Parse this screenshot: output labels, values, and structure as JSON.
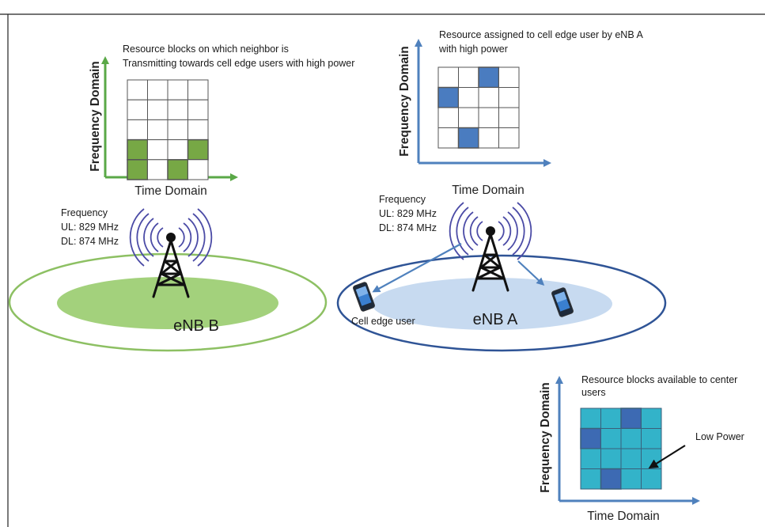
{
  "colors": {
    "green_axis": "#5aa847",
    "green_block": "#77a845",
    "green_ellipse_stroke": "#8dc063",
    "green_ellipse_fill": "#a3d17c",
    "blue_axis": "#4f81bd",
    "blue_block": "#4a7cc0",
    "navy_ellipse_stroke": "#2f5496",
    "light_blue_fill": "#c7daf0",
    "teal_block": "#33b3c9",
    "teal_dark_block": "#3d6ab3",
    "tower": "#111111",
    "waves": "#4b4ba6"
  },
  "grid_b": {
    "caption_line1": "Resource blocks on which neighbor is",
    "caption_line2": "Transmitting towards cell edge users with high power",
    "y_axis_label": "Frequency Domain",
    "x_axis_label": "Time Domain",
    "rows": 5,
    "cols": 4,
    "highlighted": [
      [
        3,
        0
      ],
      [
        3,
        3
      ],
      [
        4,
        0
      ],
      [
        4,
        2
      ]
    ]
  },
  "grid_a": {
    "caption_line1": "Resource assigned to cell edge user by eNB A",
    "caption_line2": "with high power",
    "y_axis_label": "Frequency Domain",
    "x_axis_label": "Time Domain",
    "rows": 4,
    "cols": 4,
    "highlighted": [
      [
        0,
        2
      ],
      [
        1,
        0
      ],
      [
        3,
        1
      ]
    ]
  },
  "grid_c": {
    "caption_line1": "Resource blocks  available to center",
    "caption_line2": "users",
    "y_axis_label": "Frequency Domain",
    "x_axis_label": "Time Domain",
    "rows": 4,
    "cols": 4,
    "highlighted": [
      [
        0,
        2
      ],
      [
        1,
        0
      ],
      [
        3,
        1
      ]
    ],
    "annotation": "Low Power"
  },
  "enb_b": {
    "name": "eNB B",
    "freq_title": "Frequency",
    "ul": "UL: 829 MHz",
    "dl": "DL: 874 MHz"
  },
  "enb_a": {
    "name": "eNB A",
    "freq_title": "Frequency",
    "ul": "UL: 829 MHz",
    "dl": "DL: 874 MHz",
    "cell_edge_label": "Cell edge user"
  }
}
